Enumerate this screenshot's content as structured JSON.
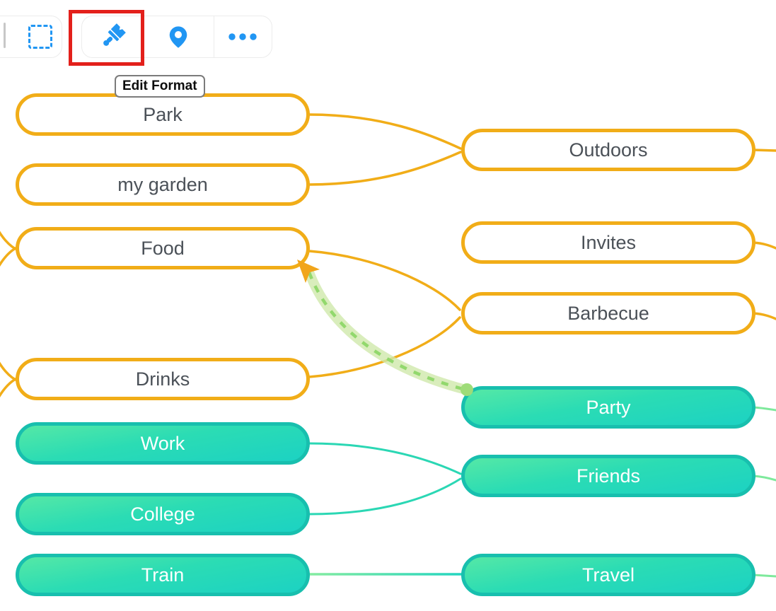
{
  "toolbar": {
    "buttons": [
      {
        "label": "Select",
        "icon": "dashed-square"
      },
      {
        "label": "Edit Format",
        "icon": "paint-brush",
        "highlighted": true
      },
      {
        "label": "Location",
        "icon": "map-pin"
      },
      {
        "label": "More",
        "icon": "ellipsis"
      }
    ],
    "tooltip": {
      "label": "Edit Format"
    },
    "icon_color": "#2196F3",
    "highlight_box_color": "#E3201B"
  },
  "mindmap": {
    "nodes": [
      {
        "label": "Park",
        "style": "orange"
      },
      {
        "label": "my garden",
        "style": "orange"
      },
      {
        "label": "Food",
        "style": "orange"
      },
      {
        "label": "Drinks",
        "style": "orange"
      },
      {
        "label": "Work",
        "style": "teal"
      },
      {
        "label": "College",
        "style": "teal"
      },
      {
        "label": "Train",
        "style": "teal"
      },
      {
        "label": "Outdoors",
        "style": "orange"
      },
      {
        "label": "Invites",
        "style": "orange"
      },
      {
        "label": "Barbecue",
        "style": "orange"
      },
      {
        "label": "Party",
        "style": "teal"
      },
      {
        "label": "Friends",
        "style": "teal"
      },
      {
        "label": "Travel",
        "style": "teal"
      }
    ],
    "connections": [
      {
        "from": "Park",
        "to": "Outdoors"
      },
      {
        "from": "my garden",
        "to": "Outdoors"
      },
      {
        "from": "Food",
        "to": "Barbecue"
      },
      {
        "from": "Drinks",
        "to": "Barbecue"
      },
      {
        "from": "Work",
        "to": "Friends"
      },
      {
        "from": "College",
        "to": "Friends"
      },
      {
        "from": "Train",
        "to": "Travel"
      }
    ],
    "offscreen_links": {
      "left_children_of": [
        "Food",
        "Drinks"
      ],
      "right_parent_links_from": [
        "Outdoors",
        "Invites",
        "Barbecue",
        "Party",
        "Friends",
        "Travel"
      ]
    },
    "drag_indicator": {
      "from": "Party",
      "to": "Food",
      "style": "green-dashed-arrow"
    },
    "colors": {
      "orange_branch": "#F1AD18",
      "teal_border": "#18BFAE",
      "teal_fill_top": "#52E7A6",
      "teal_fill_bottom": "#1CD2C3",
      "teal_line": "#2BD7B4",
      "pale_green_line": "#7EE99C",
      "drag_band": "#CFE9AB",
      "drag_dash": "#8ED768",
      "node_text_dark": "#4B5158",
      "node_text_light": "#FFFFFF"
    }
  }
}
